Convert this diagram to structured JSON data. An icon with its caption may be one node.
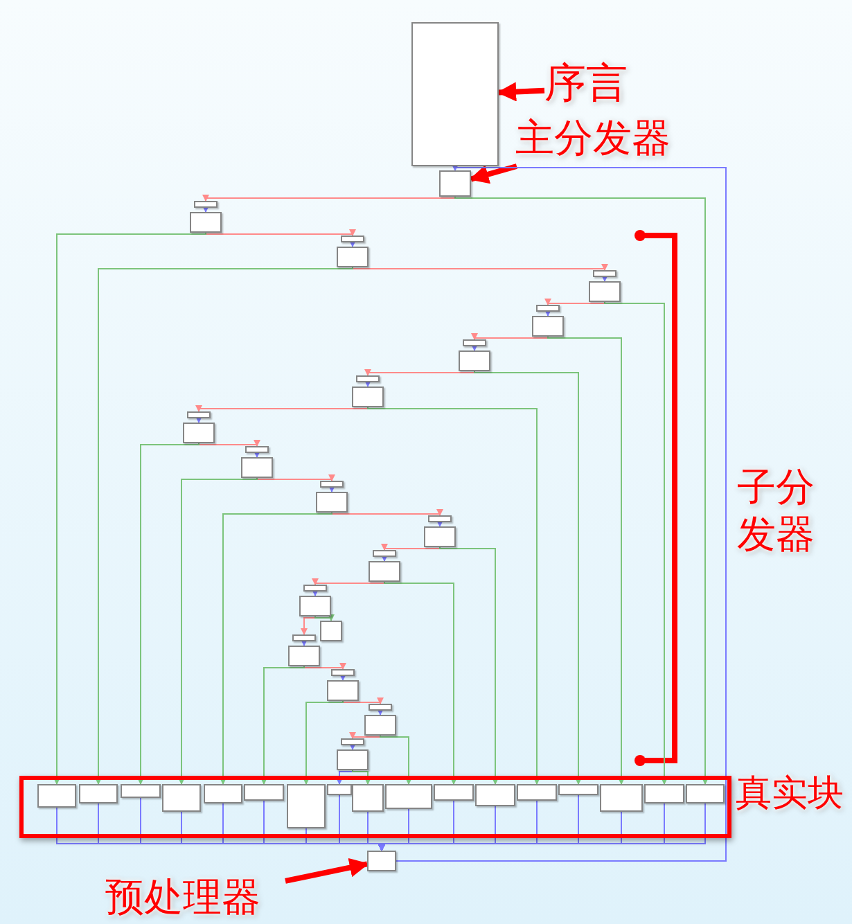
{
  "diagram": {
    "nodes": [
      {
        "text": [],
        "shape": "box"
      },
      {
        "text": [
          "序言"
        ]
      },
      {
        "text": [],
        "shape": "box"
      },
      {
        "text": [
          "主分发器"
        ]
      },
      {
        "text": [],
        "shape": "box"
      },
      {
        "text": [],
        "shape": "box"
      },
      {
        "text": [],
        "shape": "box"
      },
      {
        "text": [],
        "shape": "box"
      },
      {
        "text": [],
        "shape": "box"
      },
      {
        "text": [],
        "shape": "box"
      },
      {
        "text": [],
        "shape": "box"
      },
      {
        "text": [],
        "shape": "box"
      },
      {
        "text": [],
        "shape": "box"
      },
      {
        "text": [],
        "shape": "box"
      },
      {
        "text": [],
        "shape": "box"
      },
      {
        "text": [],
        "shape": "box"
      },
      {
        "text": [],
        "shape": "box"
      },
      {
        "text": [],
        "shape": "box"
      },
      {
        "text": [],
        "shape": "box"
      },
      {
        "text": [],
        "shape": "box"
      },
      {
        "text": [],
        "shape": "box"
      },
      {
        "text": [],
        "shape": "box"
      },
      {
        "text": [],
        "shape": "box"
      },
      {
        "text": [],
        "shape": "box"
      },
      {
        "text": [],
        "shape": "box"
      },
      {
        "text": [],
        "shape": "box"
      },
      {
        "text": [],
        "shape": "box"
      },
      {
        "text": [],
        "shape": "box"
      },
      {
        "text": [],
        "shape": "box"
      },
      {
        "text": [],
        "shape": "box"
      },
      {
        "text": [],
        "shape": "box"
      },
      {
        "text": [],
        "shape": "box"
      },
      {
        "text": [],
        "shape": "box"
      },
      {
        "text": [],
        "shape": "box"
      },
      {
        "text": [],
        "shape": "box"
      },
      {
        "text": [],
        "shape": "box"
      },
      {
        "text": [],
        "shape": "box"
      },
      {
        "text": [
          "真实块"
        ]
      },
      {
        "text": [],
        "shape": "box",
        "in": 37
      },
      {
        "text": [],
        "shape": "box",
        "in": 37
      },
      {
        "text": [],
        "shape": "box",
        "in": 37
      },
      {
        "text": [],
        "shape": "box",
        "in": 37
      },
      {
        "text": [],
        "shape": "box",
        "in": 37
      },
      {
        "text": [],
        "shape": "box",
        "in": 37
      },
      {
        "text": [],
        "shape": "box",
        "in": 37
      },
      {
        "text": [],
        "shape": "box",
        "in": 37
      },
      {
        "text": [],
        "shape": "box",
        "in": 37
      },
      {
        "text": [],
        "shape": "box",
        "in": 37
      },
      {
        "text": [],
        "shape": "box",
        "in": 37
      },
      {
        "text": [],
        "shape": "box",
        "in": 37
      },
      {
        "text": [],
        "shape": "box",
        "in": 37
      },
      {
        "text": [],
        "shape": "box",
        "in": 37
      },
      {
        "text": [],
        "shape": "box",
        "in": 37
      },
      {
        "text": [],
        "shape": "box",
        "in": 37
      },
      {
        "text": [],
        "shape": "box",
        "in": 37
      },
      {
        "text": [],
        "shape": "box"
      },
      {
        "text": [
          "预处理器"
        ]
      }
    ],
    "edges": [
      {
        "from": 1,
        "to": 0,
        "arrow": "to",
        "style": "thick",
        "color": "#ff0000"
      },
      {
        "from": 0,
        "to": 2,
        "arrow": "to",
        "color": "#7a7aff"
      },
      {
        "from": 3,
        "to": 2,
        "arrow": "to",
        "style": "thick",
        "color": "#ff0000"
      },
      {
        "from": 2,
        "to": 4,
        "arrow": "to",
        "color": "#ff8a8a"
      },
      {
        "from": 2,
        "to": 54,
        "arrow": "to",
        "color": "#7cc47c"
      },
      {
        "from": 4,
        "to": 5,
        "arrow": "to",
        "color": "#7a7aff"
      },
      {
        "from": 5,
        "to": 6,
        "arrow": "to",
        "color": "#ff8a8a"
      },
      {
        "from": 5,
        "to": 38,
        "arrow": "to",
        "color": "#7cc47c"
      },
      {
        "from": 6,
        "to": 7,
        "arrow": "to",
        "color": "#7a7aff"
      },
      {
        "from": 7,
        "to": 8,
        "arrow": "to",
        "color": "#ff8a8a"
      },
      {
        "from": 7,
        "to": 39,
        "arrow": "to",
        "color": "#7cc47c"
      },
      {
        "from": 8,
        "to": 9,
        "arrow": "to",
        "color": "#7a7aff"
      },
      {
        "from": 9,
        "to": 10,
        "arrow": "to",
        "color": "#ff8a8a"
      },
      {
        "from": 9,
        "to": 53,
        "arrow": "to",
        "color": "#7cc47c"
      },
      {
        "from": 10,
        "to": 11,
        "arrow": "to",
        "color": "#7a7aff"
      },
      {
        "from": 11,
        "to": 12,
        "arrow": "to",
        "color": "#ff8a8a"
      },
      {
        "from": 11,
        "to": 52,
        "arrow": "to",
        "color": "#7cc47c"
      },
      {
        "from": 12,
        "to": 13,
        "arrow": "to",
        "color": "#7a7aff"
      },
      {
        "from": 13,
        "to": 14,
        "arrow": "to",
        "color": "#ff8a8a"
      },
      {
        "from": 13,
        "to": 51,
        "arrow": "to",
        "color": "#7cc47c"
      },
      {
        "from": 14,
        "to": 15,
        "arrow": "to",
        "color": "#7a7aff"
      },
      {
        "from": 15,
        "to": 16,
        "arrow": "to",
        "color": "#ff8a8a"
      },
      {
        "from": 15,
        "to": 50,
        "arrow": "to",
        "color": "#7cc47c"
      },
      {
        "from": 16,
        "to": 17,
        "arrow": "to",
        "color": "#7a7aff"
      },
      {
        "from": 17,
        "to": 18,
        "arrow": "to",
        "color": "#ff8a8a"
      },
      {
        "from": 17,
        "to": 40,
        "arrow": "to",
        "color": "#7cc47c"
      },
      {
        "from": 18,
        "to": 19,
        "arrow": "to",
        "color": "#7a7aff"
      },
      {
        "from": 19,
        "to": 20,
        "arrow": "to",
        "color": "#ff8a8a"
      },
      {
        "from": 19,
        "to": 41,
        "arrow": "to",
        "color": "#7cc47c"
      },
      {
        "from": 20,
        "to": 21,
        "arrow": "to",
        "color": "#7a7aff"
      },
      {
        "from": 21,
        "to": 22,
        "arrow": "to",
        "color": "#ff8a8a"
      },
      {
        "from": 21,
        "to": 42,
        "arrow": "to",
        "color": "#7cc47c"
      },
      {
        "from": 22,
        "to": 23,
        "arrow": "to",
        "color": "#7a7aff"
      },
      {
        "from": 23,
        "to": 24,
        "arrow": "to",
        "color": "#ff8a8a"
      },
      {
        "from": 23,
        "to": 49,
        "arrow": "to",
        "color": "#7cc47c"
      },
      {
        "from": 24,
        "to": 25,
        "arrow": "to",
        "color": "#7a7aff"
      },
      {
        "from": 25,
        "to": 26,
        "arrow": "to",
        "color": "#ff8a8a"
      },
      {
        "from": 25,
        "to": 48,
        "arrow": "to",
        "color": "#7cc47c"
      },
      {
        "from": 26,
        "to": 27,
        "arrow": "to",
        "color": "#7a7aff"
      },
      {
        "from": 27,
        "to": 28,
        "arrow": "to",
        "color": "#ff8a8a"
      },
      {
        "from": 27,
        "to": 36,
        "arrow": "to",
        "color": "#7cc47c"
      },
      {
        "from": 28,
        "to": 29,
        "arrow": "to",
        "color": "#7a7aff"
      },
      {
        "from": 29,
        "to": 30,
        "arrow": "to",
        "color": "#ff8a8a"
      },
      {
        "from": 29,
        "to": 43,
        "arrow": "to",
        "color": "#7cc47c"
      },
      {
        "from": 30,
        "to": 31,
        "arrow": "to",
        "color": "#7a7aff"
      },
      {
        "from": 31,
        "to": 32,
        "arrow": "to",
        "color": "#ff8a8a"
      },
      {
        "from": 31,
        "to": 44,
        "arrow": "to",
        "color": "#7cc47c"
      },
      {
        "from": 32,
        "to": 33,
        "arrow": "to",
        "color": "#7a7aff"
      },
      {
        "from": 33,
        "to": 34,
        "arrow": "to",
        "color": "#ff8a8a"
      },
      {
        "from": 33,
        "to": 47,
        "arrow": "to",
        "color": "#7cc47c"
      },
      {
        "from": 34,
        "to": 35,
        "arrow": "to",
        "color": "#7a7aff"
      },
      {
        "from": 35,
        "to": 45,
        "arrow": "to",
        "color": "#7a7aff"
      },
      {
        "from": 35,
        "to": 46,
        "arrow": "to",
        "color": "#7cc47c"
      },
      {
        "from": 38,
        "to": 55,
        "arrow": "to",
        "color": "#7a7aff"
      },
      {
        "from": 39,
        "to": 55,
        "arrow": "to",
        "color": "#7a7aff"
      },
      {
        "from": 40,
        "to": 55,
        "arrow": "to",
        "color": "#7a7aff"
      },
      {
        "from": 41,
        "to": 55,
        "arrow": "to",
        "color": "#7a7aff"
      },
      {
        "from": 42,
        "to": 55,
        "arrow": "to",
        "color": "#7a7aff"
      },
      {
        "from": 43,
        "to": 55,
        "arrow": "to",
        "color": "#7a7aff"
      },
      {
        "from": 44,
        "to": 55,
        "arrow": "to",
        "color": "#7a7aff"
      },
      {
        "from": 45,
        "to": 55,
        "arrow": "to",
        "color": "#7a7aff"
      },
      {
        "from": 46,
        "to": 55,
        "arrow": "to",
        "color": "#7a7aff"
      },
      {
        "from": 47,
        "to": 55,
        "arrow": "to",
        "color": "#7a7aff"
      },
      {
        "from": 48,
        "to": 55,
        "arrow": "to",
        "color": "#7a7aff"
      },
      {
        "from": 49,
        "to": 55,
        "arrow": "to",
        "color": "#7a7aff"
      },
      {
        "from": 50,
        "to": 55,
        "arrow": "to",
        "color": "#7a7aff"
      },
      {
        "from": 51,
        "to": 55,
        "arrow": "to",
        "color": "#7a7aff"
      },
      {
        "from": 52,
        "to": 55,
        "arrow": "to",
        "color": "#7a7aff"
      },
      {
        "from": 53,
        "to": 55,
        "arrow": "to",
        "color": "#7a7aff"
      },
      {
        "from": 54,
        "to": 55,
        "arrow": "to",
        "color": "#7a7aff"
      },
      {
        "from": 55,
        "to": 2,
        "arrow": "to",
        "color": "#7a7aff"
      },
      {
        "from": 56,
        "to": 55,
        "arrow": "to",
        "style": "thick",
        "color": "#ff0000"
      }
    ],
    "labels": [
      "子分发器"
    ]
  }
}
